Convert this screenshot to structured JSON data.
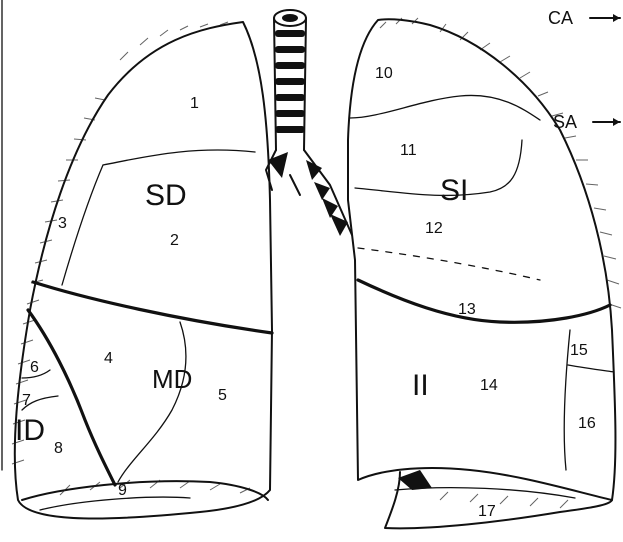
{
  "arrows": {
    "ca": "CA",
    "sa": "SA"
  },
  "right_lung": {
    "lobes": {
      "sd": "SD",
      "md": "MD",
      "id": "ID"
    },
    "segments": [
      "1",
      "2",
      "3",
      "4",
      "5",
      "6",
      "7",
      "8",
      "9"
    ]
  },
  "left_lung": {
    "lobes": {
      "si": "SI",
      "ii": "II"
    },
    "segments": [
      "10",
      "11",
      "12",
      "13",
      "14",
      "15",
      "16",
      "17"
    ]
  }
}
